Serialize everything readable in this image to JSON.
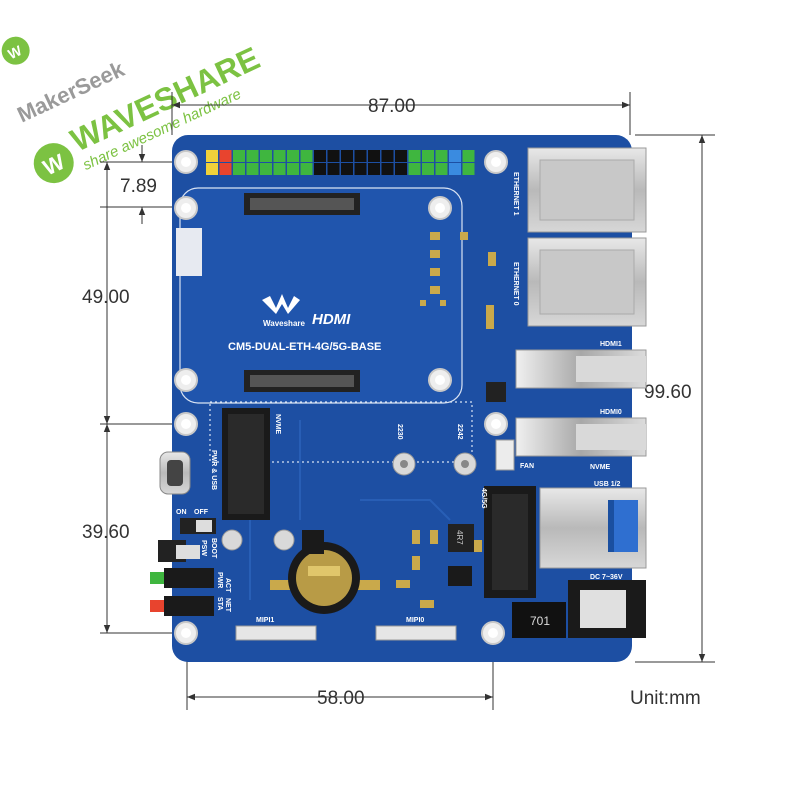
{
  "watermark": {
    "maker_text": "MakerSeek",
    "brand": "WAVESHARE",
    "tagline": "share awesome hardware"
  },
  "dimensions": {
    "width_total": "87.00",
    "top_offset": "7.89",
    "upper_span": "49.00",
    "lower_span": "39.60",
    "height_total": "99.60",
    "hole_spacing": "58.00",
    "unit": "Unit:mm"
  },
  "board": {
    "color": "#1d4fa3",
    "model": "CM5-DUAL-ETH-4G/5G-BASE",
    "logo_text": "Waveshare",
    "hdmi_logo": "HDMI",
    "ethernet1": "ETHERNET 1",
    "ethernet0": "ETHERNET 0",
    "hdmi1": "HDMI1",
    "hdmi0": "HDMI0",
    "fan": "FAN",
    "nvme_usb_top": "NVME",
    "nvme_usb_bottom": "USB 1/2",
    "dc": "DC 7~36V",
    "nvme": "NVME",
    "pwr_usb": "PWR & USB",
    "on": "ON",
    "off": "OFF",
    "boot": "BOOT",
    "psw": "PSW",
    "act": "ACT",
    "pwr": "PWR",
    "sta": "STA",
    "net": "NET",
    "mipi1": "MIPI1",
    "mipi0": "MIPI0",
    "m2_2230": "2230",
    "m2_2242": "2242",
    "cellular": "4G/5G",
    "inductor": "4R7",
    "inductor2": "701"
  }
}
